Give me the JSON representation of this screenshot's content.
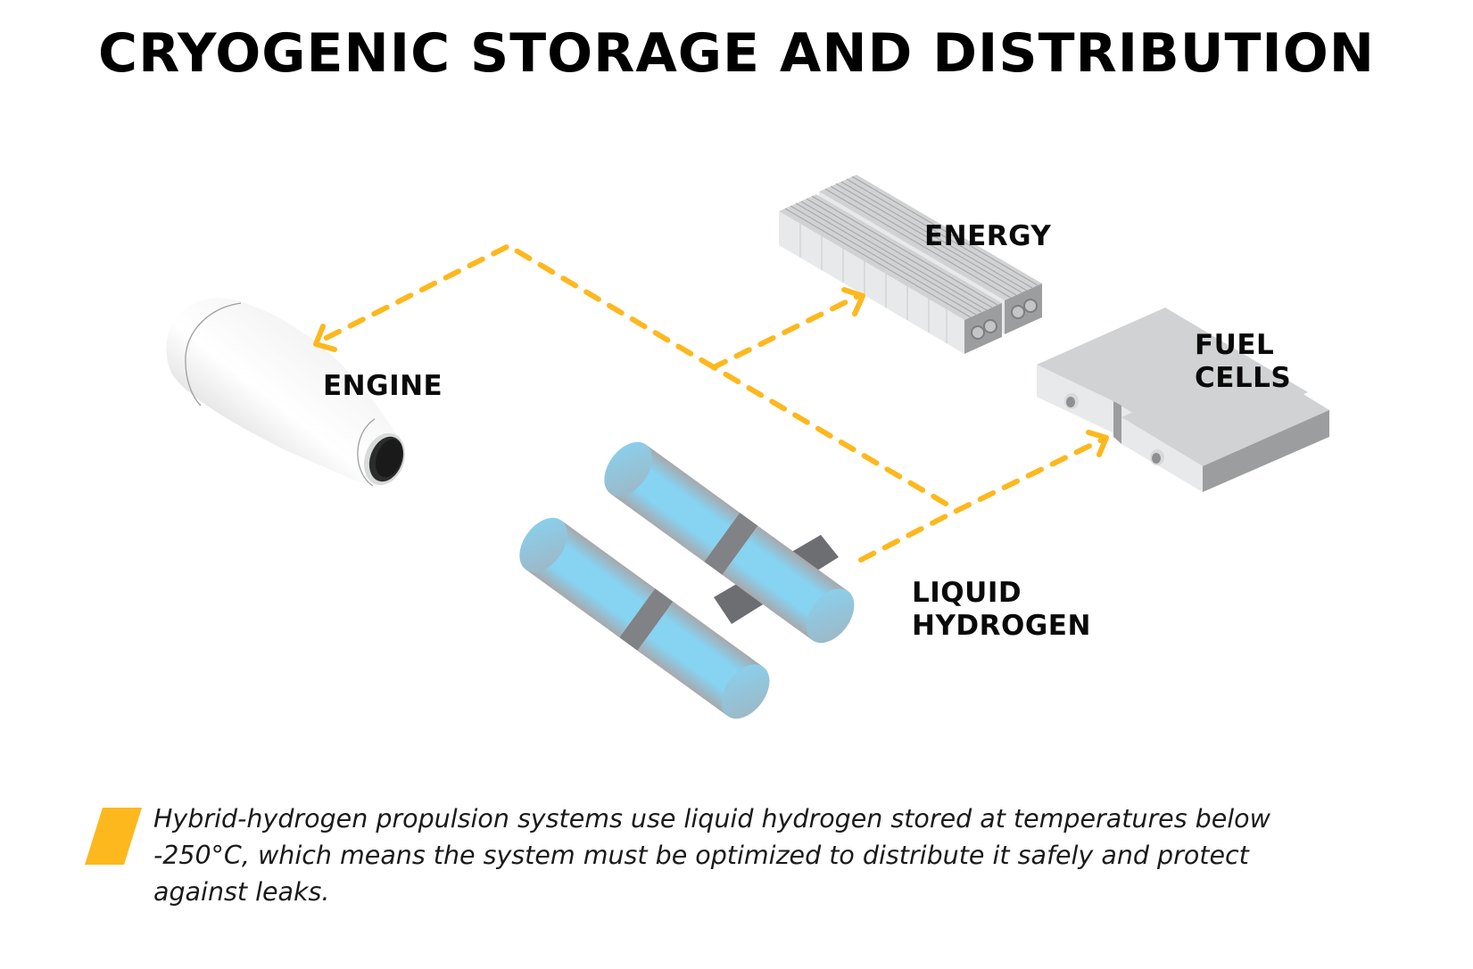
{
  "title": "CRYOGENIC STORAGE AND DISTRIBUTION",
  "components": {
    "engine": {
      "label": "ENGINE",
      "icon": "jet-engine-icon"
    },
    "energy": {
      "label": "ENERGY",
      "icon": "battery-pack-icon"
    },
    "fuel_cells": {
      "label_line1": "FUEL",
      "label_line2": "CELLS",
      "icon": "fuel-cell-stack-icon"
    },
    "liquid_hydrogen": {
      "label_line1": "LIQUID",
      "label_line2": "HYDROGEN",
      "icon": "hydrogen-tanks-icon"
    }
  },
  "flows": [
    {
      "from": "liquid_hydrogen",
      "to": "fuel_cells"
    },
    {
      "from": "liquid_hydrogen",
      "to": "energy"
    },
    {
      "from": "liquid_hydrogen",
      "to": "engine"
    }
  ],
  "colors": {
    "accent": "#FDB81E",
    "tank_blue": "#87D3F2",
    "tank_gray": "#A7A9AC",
    "connector": "#6D6E71",
    "module_light": "#E8E9EA",
    "module_mid": "#D1D2D3",
    "module_dark": "#9C9D9F"
  },
  "caption": {
    "text": "Hybrid-hydrogen propulsion systems use liquid hydrogen stored at temperatures below -250°C, which means the system must be optimized to distribute it safely and protect against leaks."
  }
}
